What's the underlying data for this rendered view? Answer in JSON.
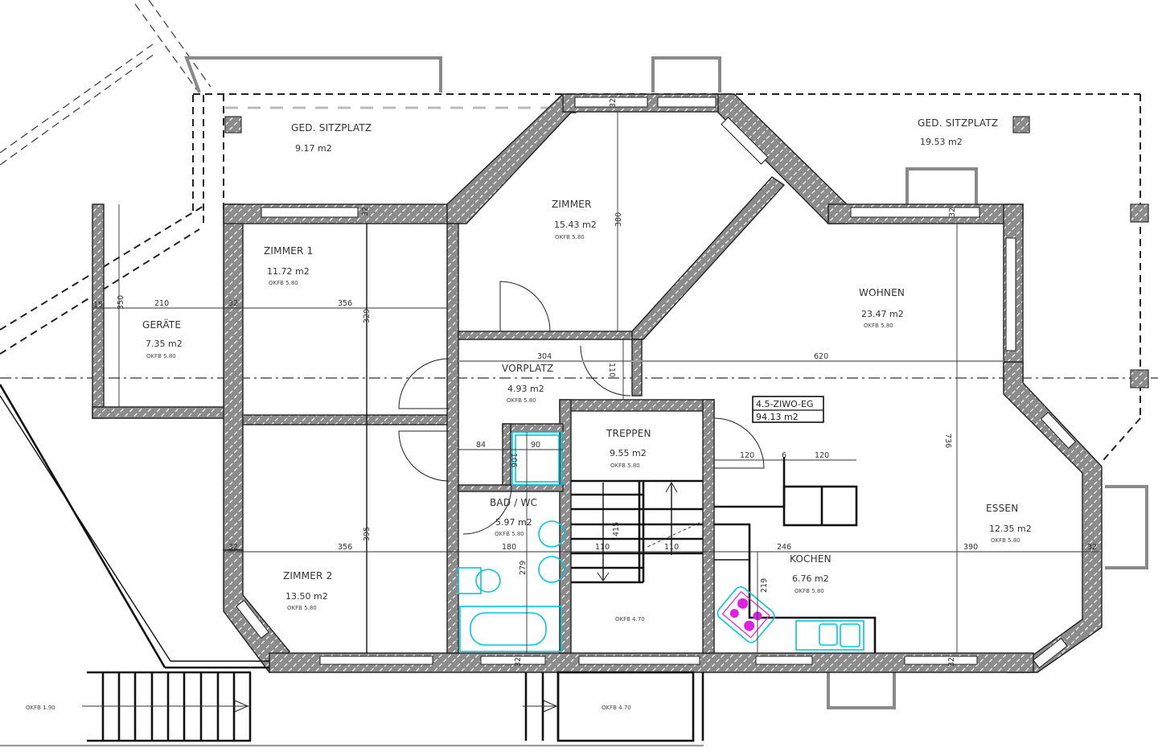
{
  "plan": {
    "unit_label": "4.5-ZIWO-EG",
    "unit_area": "94.13 m2",
    "colors": {
      "wall_fill": "#8c8c8c",
      "line": "#111111",
      "sanitary": "#00c8dc",
      "cooktop": "#e020e0",
      "balcony": "#8a8a8a"
    }
  },
  "rooms": [
    {
      "id": "sitzplatz-west",
      "name": "GED. SITZPLATZ",
      "area": "9.17 m2"
    },
    {
      "id": "sitzplatz-ost",
      "name": "GED. SITZPLATZ",
      "area": "19.53 m2"
    },
    {
      "id": "zimmer-1",
      "name": "ZIMMER 1",
      "area": "11.72 m2",
      "okfb": "OKFB 5.80"
    },
    {
      "id": "zimmer",
      "name": "ZIMMER",
      "area": "15.43 m2",
      "okfb": "OKFB 5.80"
    },
    {
      "id": "wohnen",
      "name": "WOHNEN",
      "area": "23.47 m2",
      "okfb": "OKFB 5.80"
    },
    {
      "id": "geraete",
      "name": "GERÄTE",
      "area": "7.35 m2",
      "okfb": "OKFB 5.80"
    },
    {
      "id": "vorplatz",
      "name": "VORPLATZ",
      "area": "4.93 m2",
      "okfb": "OKFB 5.80"
    },
    {
      "id": "treppen",
      "name": "TREPPEN",
      "area": "9.55 m2",
      "okfb": "OKFB 5.80"
    },
    {
      "id": "bad-wc",
      "name": "BAD / WC",
      "area": "5.97 m2",
      "okfb": "OKFB 5.80"
    },
    {
      "id": "essen",
      "name": "ESSEN",
      "area": "12.35 m2",
      "okfb": "OKFB 5.80"
    },
    {
      "id": "kochen",
      "name": "KOCHEN",
      "area": "6.76 m2",
      "okfb": "OKFB 5.80"
    },
    {
      "id": "zimmer-2",
      "name": "ZIMMER 2",
      "area": "13.50 m2",
      "okfb": "OKFB 5.80"
    }
  ],
  "levels": {
    "stair_landing": "OKFB 4.70",
    "exterior_stair": "OKFB 1.90",
    "entrance": "OKFB 4.70"
  },
  "dimensions": {
    "geraete_depth": "350",
    "geraete_width": "210",
    "geraete_wall": "15",
    "wall_32_a": "32",
    "zimmer1_width": "356",
    "zimmer1_depth": "329",
    "zimmer_depth": "380",
    "vorplatz_width": "304",
    "vorplatz_door": "110",
    "wohnen_width": "620",
    "wohnen_depth": "736",
    "shower_width": "90",
    "shower_depth": "106",
    "vorplatz_84": "84",
    "kitchen_120_a": "120",
    "kitchen_6": "6",
    "kitchen_120_b": "120",
    "zimmer2_width": "356",
    "zimmer2_depth": "395",
    "bad_width": "180",
    "bad_depth": "279",
    "stair_depth": "415",
    "stair_run_a": "110",
    "stair_run_b": "110",
    "kochen_width": "246",
    "kochen_depth": "219",
    "essen_width": "390",
    "wall_32_b": "32",
    "wall_32_c": "32",
    "wall_32_d": "32",
    "wall_32_e": "32",
    "wall_32_f": "32",
    "wall_32_g": "32",
    "wall_32_h": "32"
  }
}
